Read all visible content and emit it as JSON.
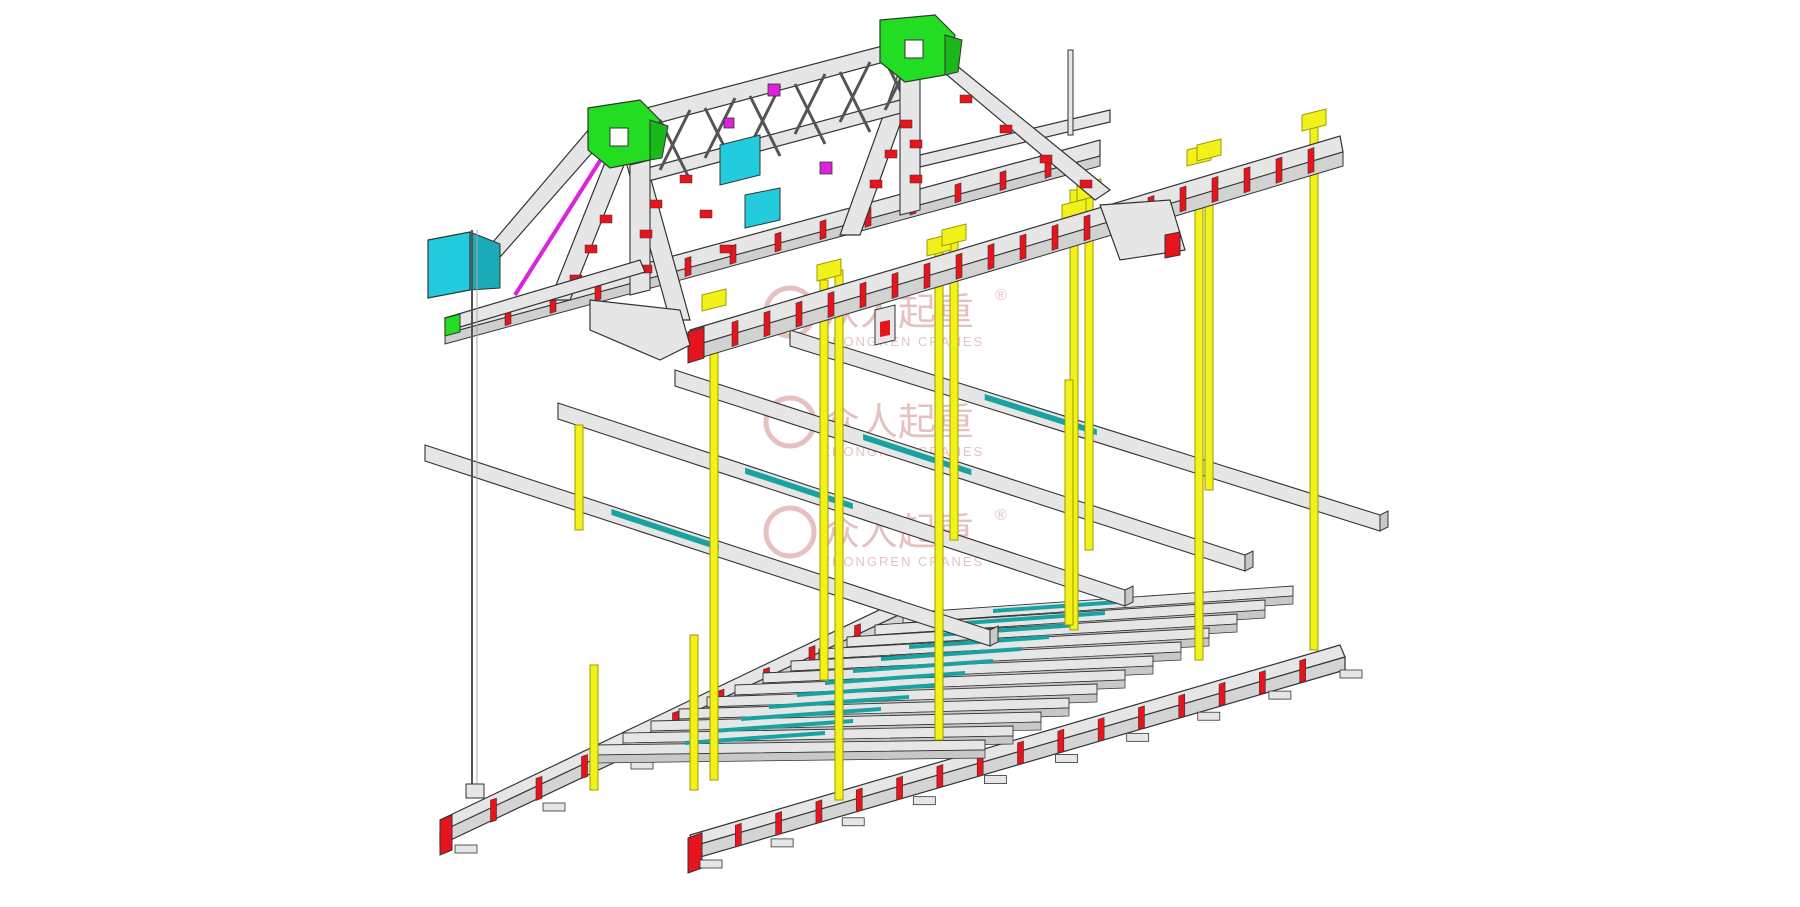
{
  "diagram": {
    "subject": "steel girder crane structure",
    "colors": {
      "background": "#ffffff",
      "steel": "#e6e6e6",
      "steel_shade": "#c8c8c8",
      "outline": "#333333",
      "stiffener": "#e8141d",
      "hanger": "#f2f21a",
      "hanger_edge": "#9c9c00",
      "hoist_head": "#22dd22",
      "cyan_box": "#22ccdd",
      "teal_flange": "#19a2a2",
      "magenta": "#dd22dd"
    }
  },
  "watermarks": [
    {
      "brand": "众人起重",
      "registered": "®",
      "subtitle": "ZHONGREN CRANES"
    },
    {
      "brand": "众人起重",
      "registered": "®",
      "subtitle": "ZHONGREN CRANES"
    },
    {
      "brand": "众人起重",
      "registered": "®",
      "subtitle": "ZHONGREN CRANES"
    }
  ]
}
